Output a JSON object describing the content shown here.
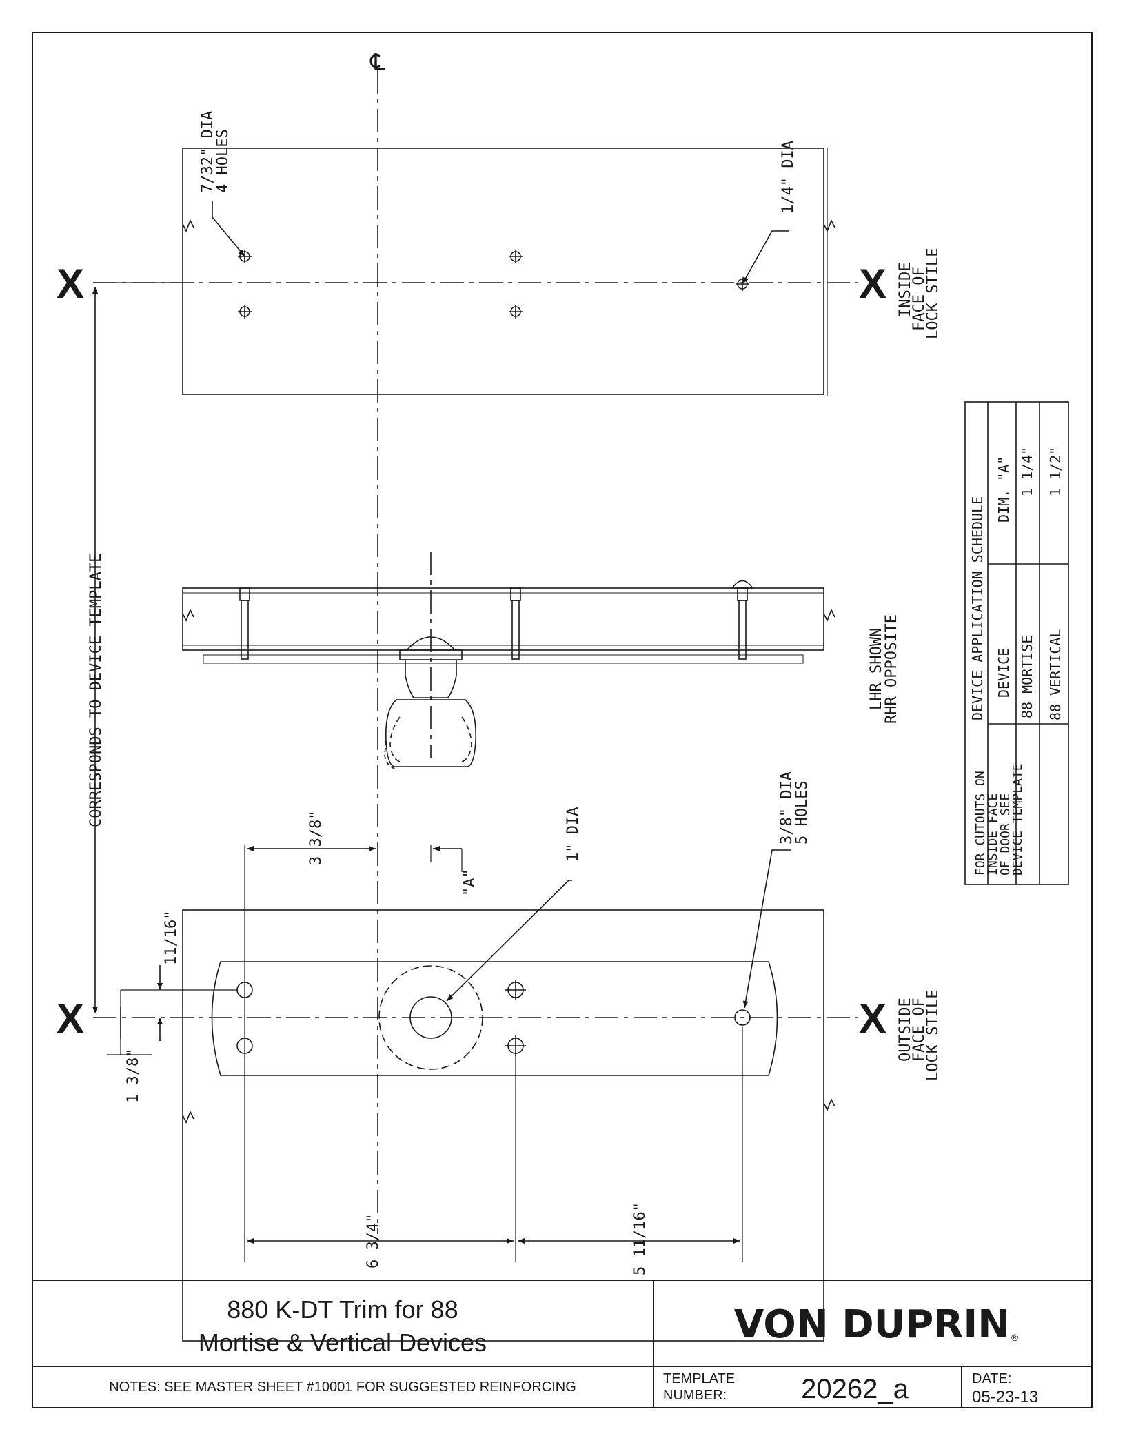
{
  "labels": {
    "centerline": "℄",
    "x_mark": "X",
    "top_holes_dia": "7/32\" DIA",
    "top_holes_count": "4 HOLES",
    "quarter_dia": "1/4\" DIA",
    "inside_face_1": "INSIDE",
    "inside_face_2": "FACE OF",
    "inside_face_3": "LOCK STILE",
    "corresponds": "CORRESPONDS TO DEVICE TEMPLATE",
    "lhr_1": "LHR SHOWN",
    "lhr_2": "RHR OPPOSITE",
    "one_dia": "1\" DIA",
    "dim_a": "\"A\"",
    "three_eighths_dia": "3/8\" DIA",
    "five_holes": "5 HOLES",
    "outside_face_1": "OUTSIDE",
    "outside_face_2": "FACE OF",
    "outside_face_3": "LOCK STILE"
  },
  "dimensions": {
    "three_and_three_eighths": "3 3/8\"",
    "eleven_sixteenths": "11/16\"",
    "one_and_three_eighths": "1 3/8\"",
    "six_and_three_quarters": "6 3/4\"",
    "five_and_eleven_sixteenths": "5 11/16\""
  },
  "schedule": {
    "title": "DEVICE APPLICATION SCHEDULE",
    "headers": [
      "DEVICE",
      "DIM. \"A\""
    ],
    "rows": [
      {
        "device": "88 MORTISE",
        "dim": "1 1/4\""
      },
      {
        "device": "88 VERTICAL",
        "dim": "1 1/2\""
      }
    ],
    "note": [
      "FOR CUTOUTS ON",
      "INSIDE FACE",
      "OF DOOR SEE",
      "DEVICE TEMPLATE"
    ]
  },
  "title_block": {
    "title_line_1": "880 K-DT Trim for 88",
    "title_line_2": "Mortise & Vertical Devices",
    "brand": "VON DUPRIN",
    "brand_mark": "®",
    "notes": "NOTES: SEE MASTER SHEET #10001 FOR SUGGESTED REINFORCING",
    "template_label_1": "TEMPLATE",
    "template_label_2": "NUMBER:",
    "template_number": "20262_a",
    "date_label": "DATE:",
    "date": "05-23-13"
  }
}
